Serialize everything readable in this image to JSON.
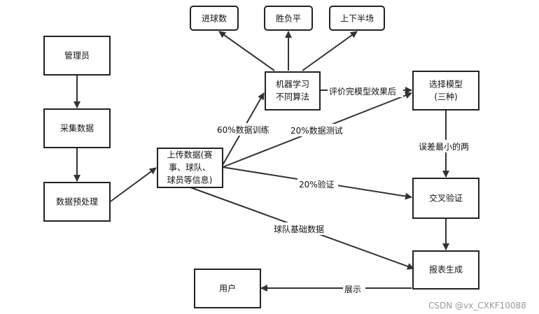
{
  "nodes": {
    "admin": {
      "lines": [
        "管理员"
      ]
    },
    "collect": {
      "lines": [
        "采集数据"
      ]
    },
    "preprocess": {
      "lines": [
        "数据预处理"
      ]
    },
    "upload": {
      "lines": [
        "上传数据(赛",
        "事、球队、",
        "球员等信息)"
      ]
    },
    "ml": {
      "lines": [
        "机器学习",
        "不同算法"
      ]
    },
    "goals": {
      "lines": [
        "进球数"
      ]
    },
    "wdl": {
      "lines": [
        "胜负平"
      ]
    },
    "halves": {
      "lines": [
        "上下半场"
      ]
    },
    "select": {
      "lines": [
        "选择模型",
        "(三种)"
      ]
    },
    "cross": {
      "lines": [
        "交叉验证"
      ]
    },
    "report": {
      "lines": [
        "报表生成"
      ]
    },
    "user": {
      "lines": [
        "用户"
      ]
    }
  },
  "edges": {
    "train": "60%数据训练",
    "test": "20%数据测试",
    "validate": "20%验证",
    "evaluate": "评价完模型效果后",
    "min_error": "误差最小的两",
    "team_basic": "球队基础数据",
    "display": "展示"
  },
  "watermark": "CSDN @vx_CXKF10088"
}
